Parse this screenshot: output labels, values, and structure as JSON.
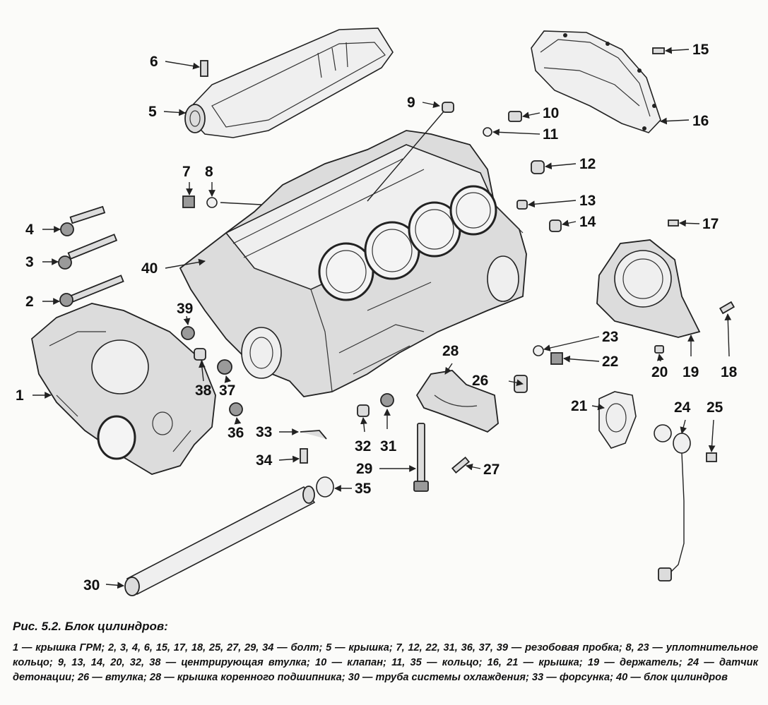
{
  "caption": {
    "title": "Рис. 5.2. Блок цилиндров:",
    "legend": "1 — крышка ГРМ; 2, 3, 4, 6, 15, 17, 18, 25, 27, 29, 34 — болт; 5 — крышка; 7, 12, 22, 31, 36, 37, 39 — резобовая пробка; 8, 23 — уплотнительное кольцо; 9, 13, 14, 20, 32, 38 — центрирующая втулка; 10 — клапан; 11, 35 — кольцо; 16, 21 — крышка; 19 — держатель; 24 — датчик детонации; 26 — втулка; 28 — крышка коренного подшипника; 30 — труба системы охлаждения; 33 — форсунка; 40 — блок цилиндров"
  },
  "callouts": [
    "1",
    "2",
    "3",
    "4",
    "5",
    "6",
    "7",
    "8",
    "9",
    "10",
    "11",
    "12",
    "13",
    "14",
    "15",
    "16",
    "17",
    "18",
    "19",
    "20",
    "21",
    "22",
    "23",
    "24",
    "25",
    "26",
    "27",
    "28",
    "29",
    "30",
    "31",
    "32",
    "33",
    "34",
    "35",
    "36",
    "37",
    "38",
    "39",
    "40"
  ],
  "colors": {
    "ink": "#222222",
    "paper": "#fbfbf9",
    "metal": "#dcdcdc",
    "dark_metal": "#9a9a9a"
  }
}
